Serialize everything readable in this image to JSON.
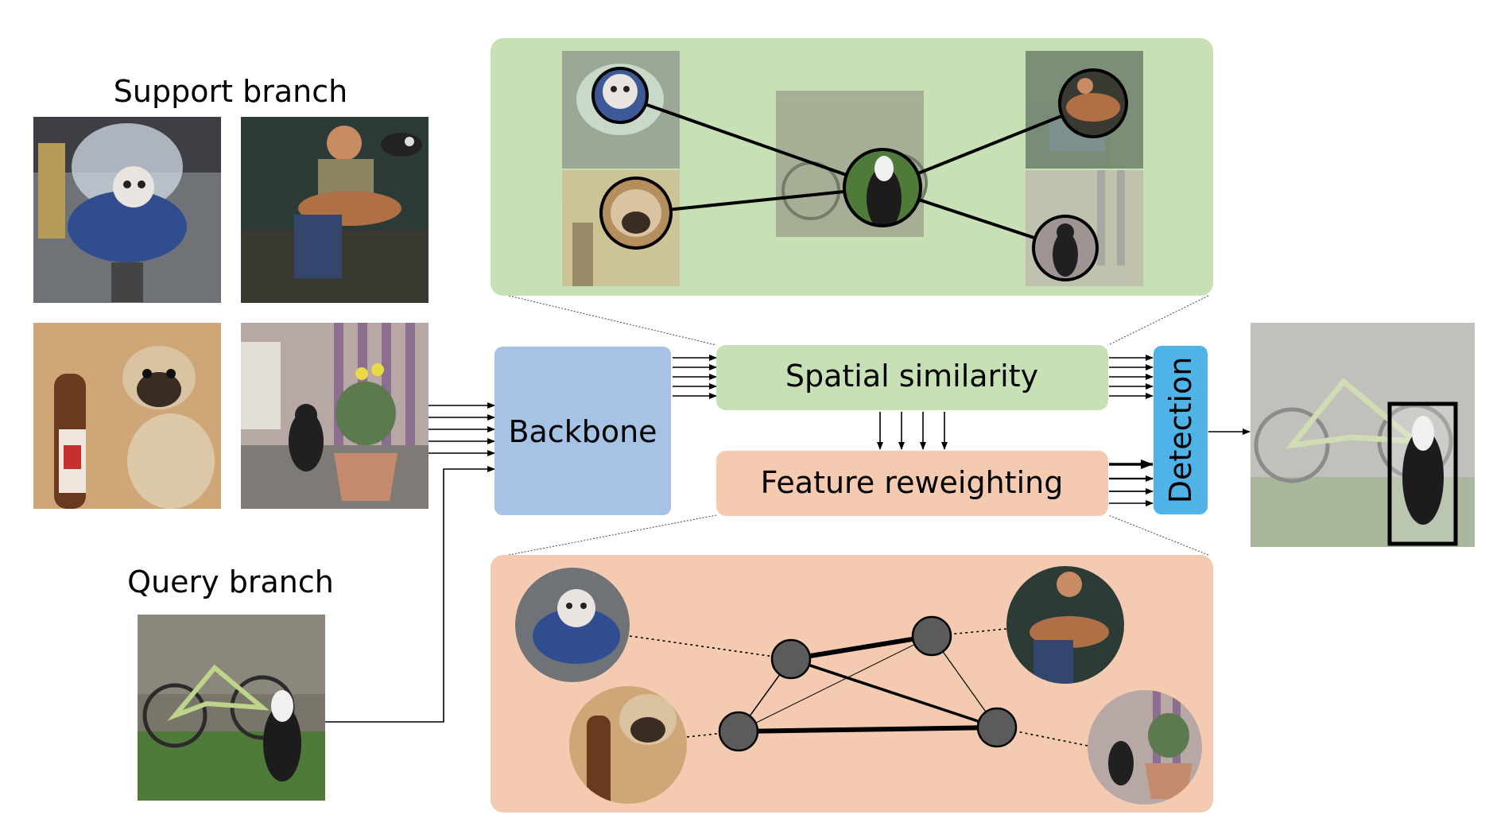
{
  "labels": {
    "support_branch": "Support branch",
    "query_branch": "Query branch",
    "backbone": "Backbone",
    "spatial_similarity": "Spatial similarity",
    "feature_reweighting": "Feature reweighting",
    "detection": "Detection"
  },
  "colors": {
    "green_panel": "#c8e0b6",
    "orange_panel": "#f4cbb0",
    "backbone": "#a6c3e6",
    "spatial_box": "#c8e0b6",
    "reweight_box": "#f4cbb0",
    "detection": "#4fb3e8",
    "graph_node": "#5b5b5b"
  },
  "images": {
    "support": [
      {
        "name": "dog-in-basket",
        "subject": "dog-icon"
      },
      {
        "name": "woman-with-dogs",
        "subject": "dog-icon"
      },
      {
        "name": "pug-with-bottle",
        "subject": "dog-icon"
      },
      {
        "name": "poodle-with-plant",
        "subject": "dog-icon"
      }
    ],
    "query": {
      "name": "dog-with-bicycle",
      "subject": "dog-icon"
    }
  }
}
